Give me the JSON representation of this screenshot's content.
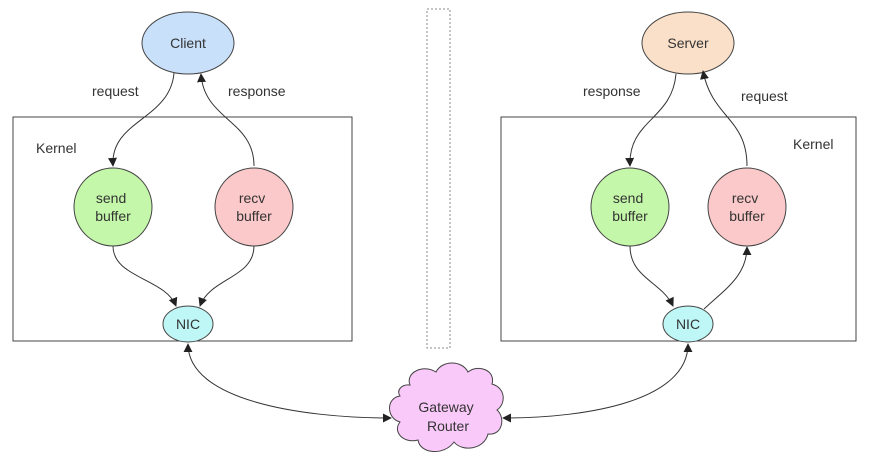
{
  "client_side": {
    "process": {
      "label": "Client",
      "color": "#c9e0fb"
    },
    "kernel_label": "Kernel",
    "send_buffer": {
      "line1": "send",
      "line2": "buffer",
      "color": "#c4f7a9"
    },
    "recv_buffer": {
      "line1": "recv",
      "line2": "buffer",
      "color": "#fbc9c9"
    },
    "nic": {
      "label": "NIC",
      "color": "#bff7f6"
    },
    "edge_request": "request",
    "edge_response": "response"
  },
  "server_side": {
    "process": {
      "label": "Server",
      "color": "#fbe0c9"
    },
    "kernel_label": "Kernel",
    "send_buffer": {
      "line1": "send",
      "line2": "buffer",
      "color": "#c4f7a9"
    },
    "recv_buffer": {
      "line1": "recv",
      "line2": "buffer",
      "color": "#fbc9c9"
    },
    "nic": {
      "label": "NIC",
      "color": "#bff7f6"
    },
    "edge_response": "response",
    "edge_request": "request"
  },
  "router": {
    "line1": "Gateway",
    "line2": "Router",
    "color": "#f9c9f9"
  }
}
